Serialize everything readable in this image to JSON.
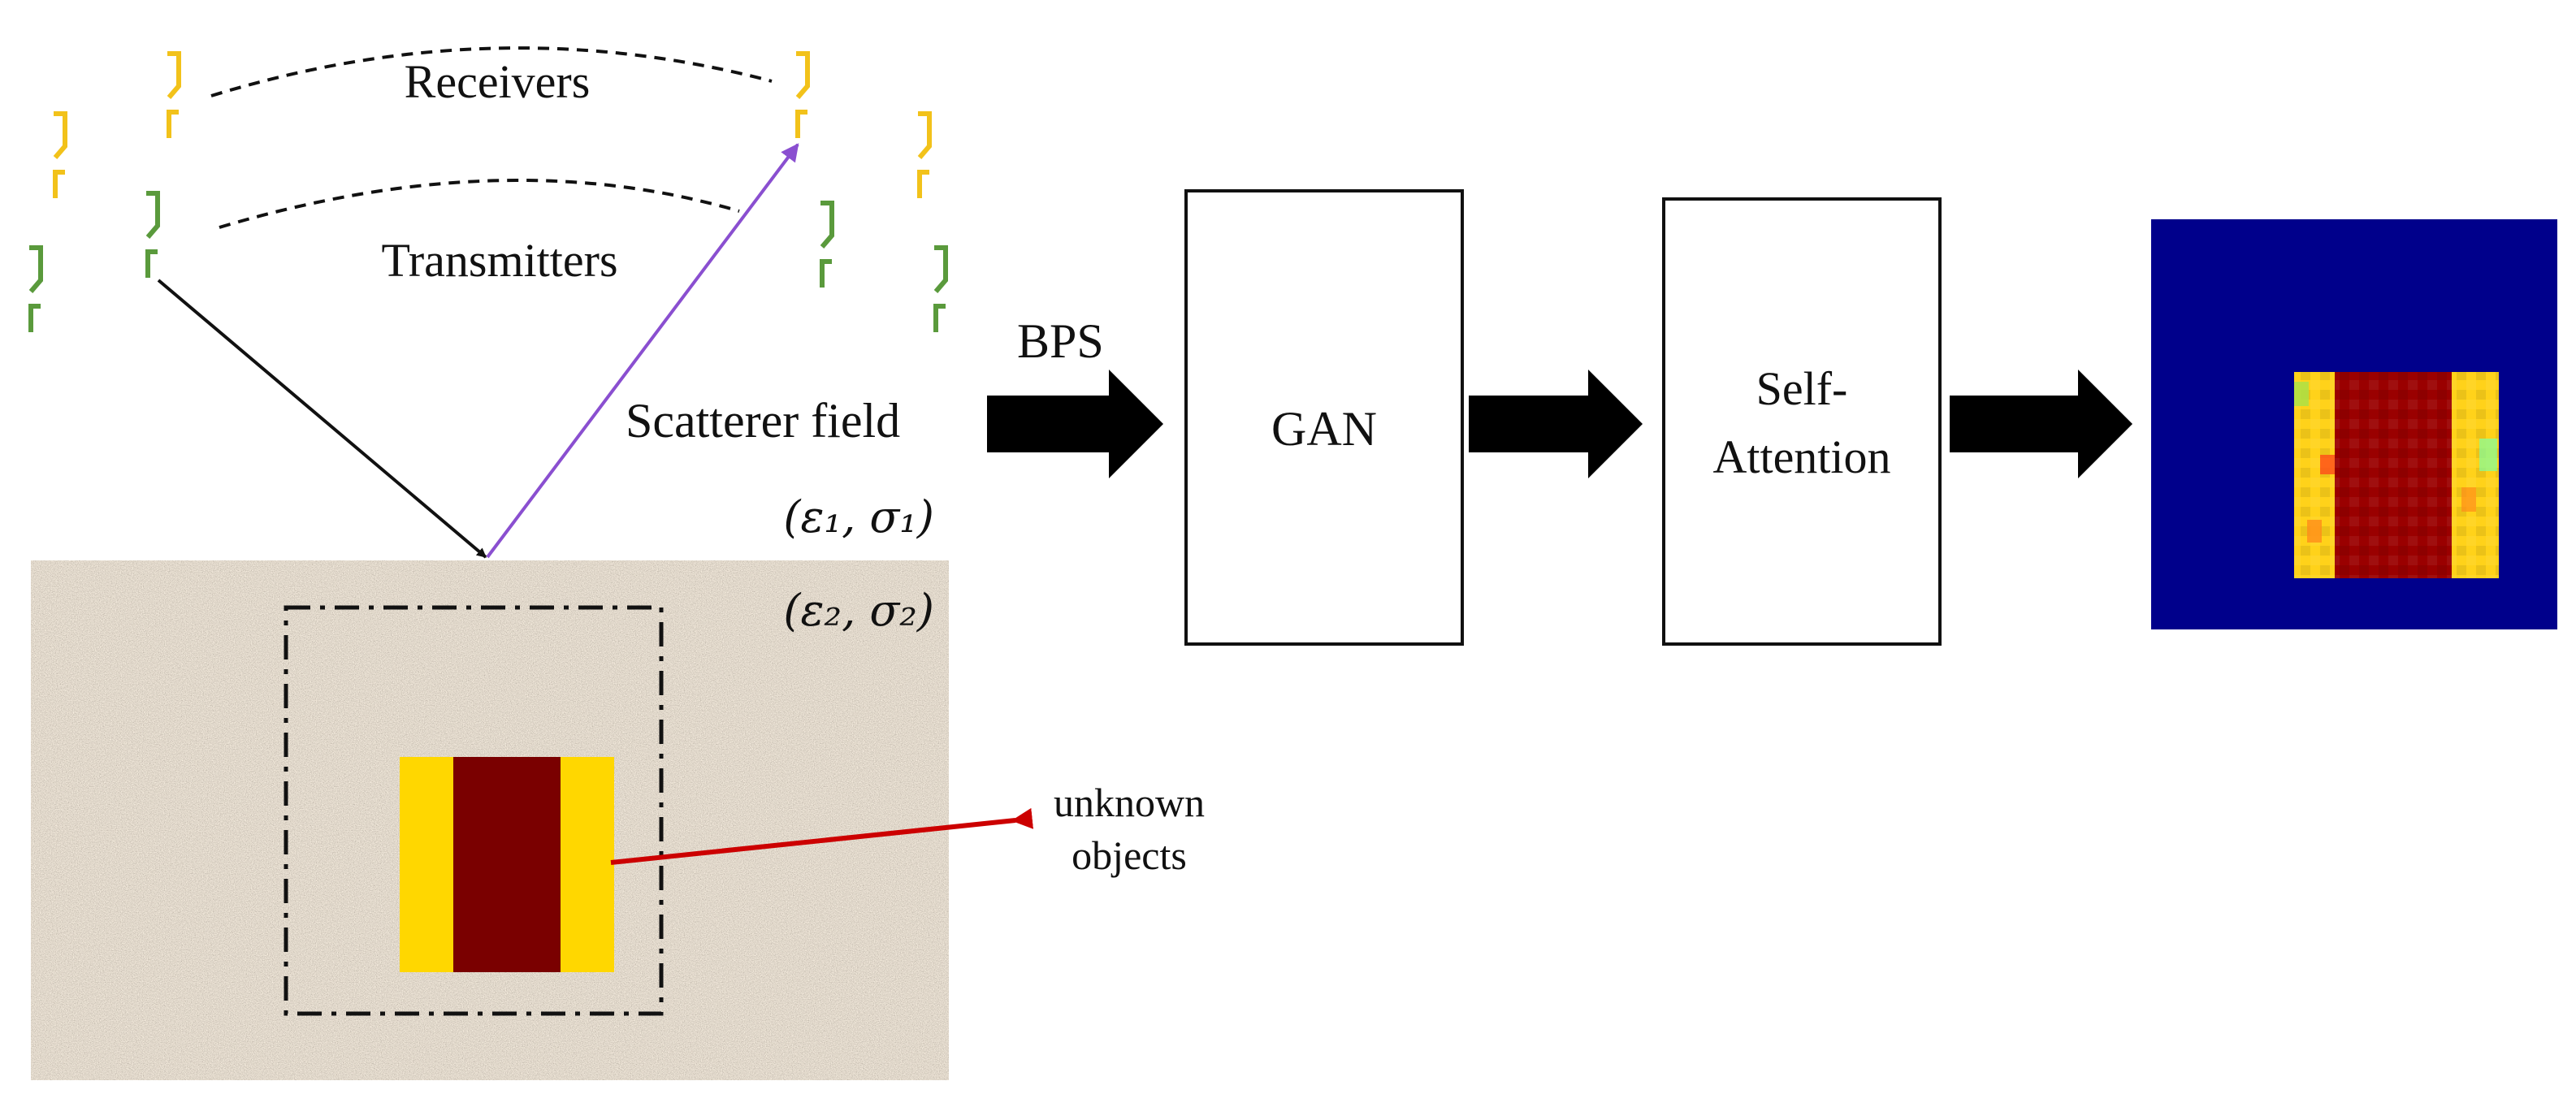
{
  "labels": {
    "receivers": "Receivers",
    "transmitters": "Transmitters",
    "scatterer_field": "Scatterer field",
    "medium_1": "(ε₁, σ₁)",
    "medium_2": "(ε₂, σ₂)",
    "bps": "BPS",
    "unknown_objects_line1": "unknown",
    "unknown_objects_line2": "objects"
  },
  "blocks": {
    "gan": "GAN",
    "self_attention_line1": "Self-",
    "self_attention_line2": "Attention"
  },
  "colors": {
    "receiver": "#f2c21a",
    "transmitter": "#5a9a3c",
    "incident_ray": "#111111",
    "scattered_ray": "#8a4fd0",
    "object_outer": "#ffd700",
    "object_inner": "#7a0000",
    "pointer_arrow": "#cc0000",
    "soil": "#8a7a6a",
    "result_background": "#00008b",
    "result_core": "#9a0000",
    "result_edge": "#ffd21a"
  },
  "icons": {
    "antenna": "dipole-antenna-icon",
    "flow_arrow": "block-arrow-right-icon"
  }
}
